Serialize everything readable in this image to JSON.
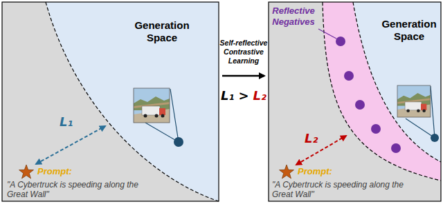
{
  "diagram": {
    "nodes": [
      {
        "text": [
          "Generation Space"
        ]
      },
      {
        "text": [
          "Generation Space"
        ]
      }
    ],
    "labels": [
      "Prompt:",
      "\"A Cybertruck is speeding along the Great Wall\"",
      "L₁",
      "Self-reflective Contrastive Learning",
      "L₁",
      ">",
      "L₂",
      "Reflective Negatives",
      "L₂",
      "Prompt:",
      "\"A Cybertruck is speeding along the Great Wall\""
    ]
  }
}
